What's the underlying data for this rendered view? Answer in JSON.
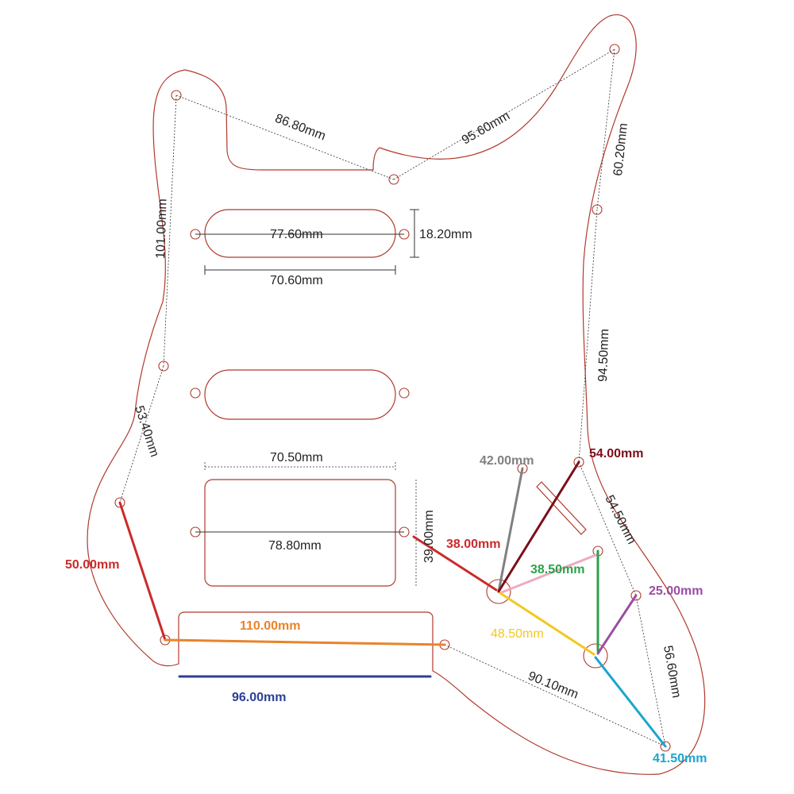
{
  "black_labels": {
    "d_86_80": "86.80mm",
    "d_95_60": "95.60mm",
    "d_60_20": "60.20mm",
    "d_101_00": "101.00mm",
    "d_77_60": "77.60mm",
    "d_18_20": "18.20mm",
    "d_70_60": "70.60mm",
    "d_94_50": "94.50mm",
    "d_53_40": "53.40mm",
    "d_70_50": "70.50mm",
    "d_78_80": "78.80mm",
    "d_39_00": "39.00mm",
    "d_54_50": "54.50mm",
    "d_56_60": "56.60mm",
    "d_90_10": "90.10mm"
  },
  "colored_labels": {
    "d_42_00": "42.00mm",
    "d_54_00": "54.00mm",
    "d_38_00": "38.00mm",
    "d_50_00": "50.00mm",
    "d_38_50": "38.50mm",
    "d_25_00": "25.00mm",
    "d_110_00": "110.00mm",
    "d_48_50": "48.50mm",
    "d_96_00": "96.00mm",
    "d_41_50": "41.50mm"
  },
  "colors": {
    "outline": "#b03a2e",
    "gray": "#808080",
    "maroon": "#7b0f1a",
    "red": "#cc2a2a",
    "green": "#2ea04a",
    "purple": "#9b4da3",
    "orange": "#e8842a",
    "yellow": "#f2c81f",
    "navy": "#2c3f97",
    "cyan": "#1aa6cf",
    "pink": "#f0a8c0"
  }
}
